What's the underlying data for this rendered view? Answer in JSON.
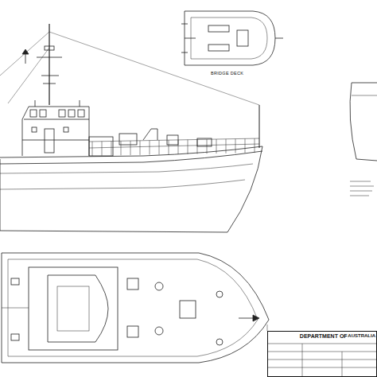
{
  "diagram": {
    "nodes": [
      {
        "text": [
          "DEPARTMENT OF DEFENCE",
          "AUSTRALIA"
        ]
      }
    ],
    "labels": [
      "BRIDGE DECK"
    ]
  }
}
